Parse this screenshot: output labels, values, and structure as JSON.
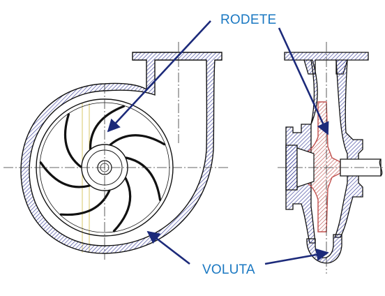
{
  "labels": {
    "impeller": "RODETE",
    "volute": "VOLUTA"
  },
  "colors": {
    "label_text": "#1a78c2",
    "arrow": "#1c2a7a",
    "outline": "#111111",
    "hatch": "#3a3f9a",
    "impeller_section": "#c0504d",
    "centerline": "#333333",
    "construction_line": "#d9c76a"
  },
  "impeller": {
    "blade_count": 7
  }
}
